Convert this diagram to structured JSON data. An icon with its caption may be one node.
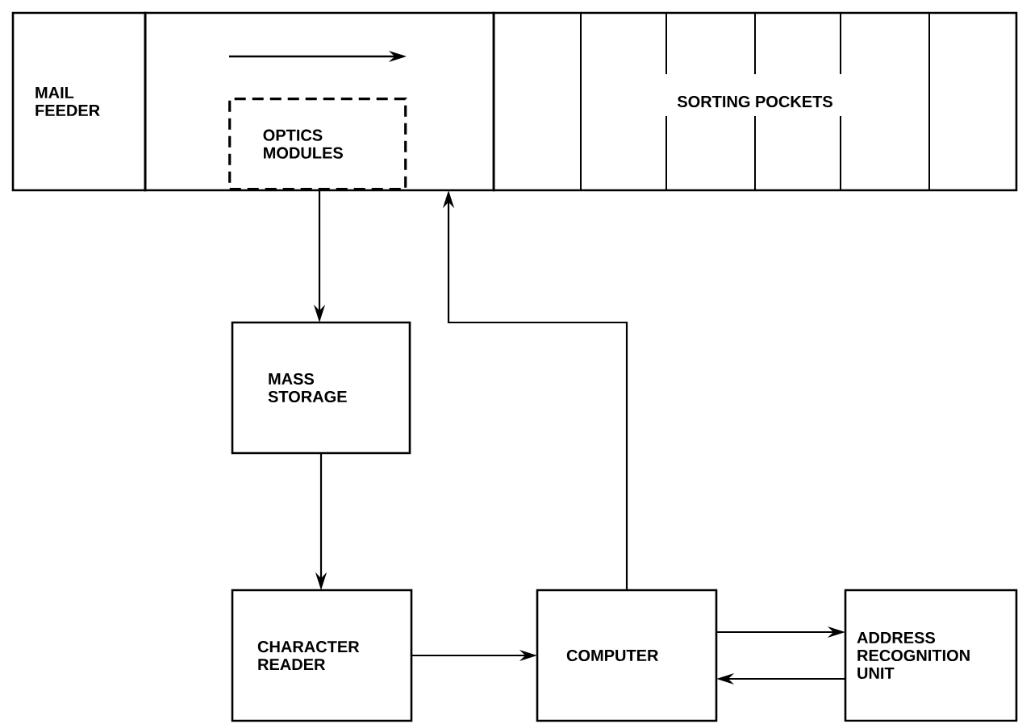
{
  "diagram": {
    "nodes": [
      {
        "text": [
          "MAIL FEEDER"
        ]
      },
      {
        "text": [],
        "shape": "box"
      },
      {
        "text": [
          "OPTICS MODULES"
        ],
        "in": 1
      },
      {
        "text": [
          "SORTING POCKETS"
        ]
      },
      {
        "text": [
          "MASS STORAGE"
        ]
      },
      {
        "text": [
          "CHARACTER READER"
        ]
      },
      {
        "text": [
          "COMPUTER"
        ]
      },
      {
        "text": [
          "ADDRESS RECOGNITION UNIT"
        ]
      }
    ],
    "edges": [
      {
        "from": 2,
        "to": 4,
        "arrow": "to"
      },
      {
        "from": 4,
        "to": 5,
        "arrow": "to"
      },
      {
        "from": 5,
        "to": 6,
        "arrow": "to"
      },
      {
        "from": 6,
        "to": 7,
        "arrow": "to"
      },
      {
        "from": 7,
        "to": 6,
        "arrow": "to"
      },
      {
        "from": 6,
        "to": 1,
        "arrow": "to"
      }
    ]
  }
}
